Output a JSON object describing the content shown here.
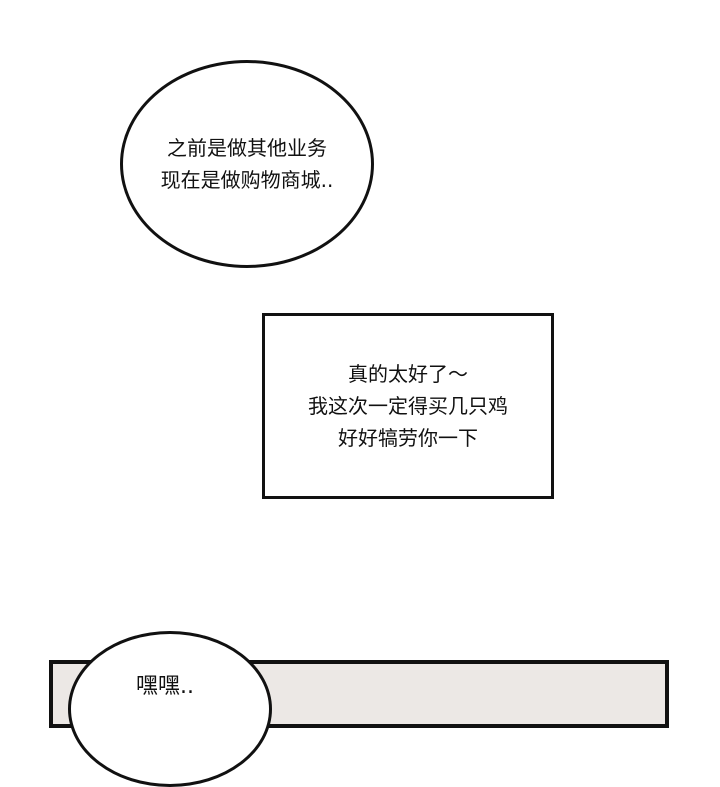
{
  "bubble1": {
    "lines": [
      "之前是做其他业务",
      "现在是做购物商城.."
    ]
  },
  "box1": {
    "lines": [
      "真的太好了～",
      "我这次一定得买几只鸡",
      "好好犒劳你一下"
    ]
  },
  "bubble2": {
    "text": "嘿嘿.."
  }
}
